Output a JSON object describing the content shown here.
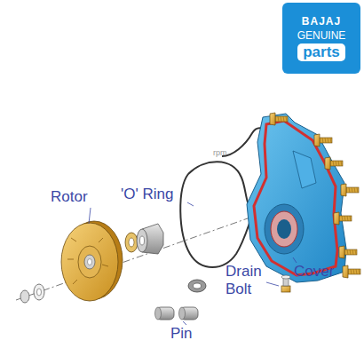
{
  "diagram": {
    "nodes": [
      {
        "text": [
          "BAJAJ",
          "GENUINE",
          "parts"
        ]
      }
    ],
    "labels": [
      "Rotor",
      "'O' Ring",
      "rpm",
      "Drain Bolt",
      "Cover",
      "Pin"
    ]
  }
}
